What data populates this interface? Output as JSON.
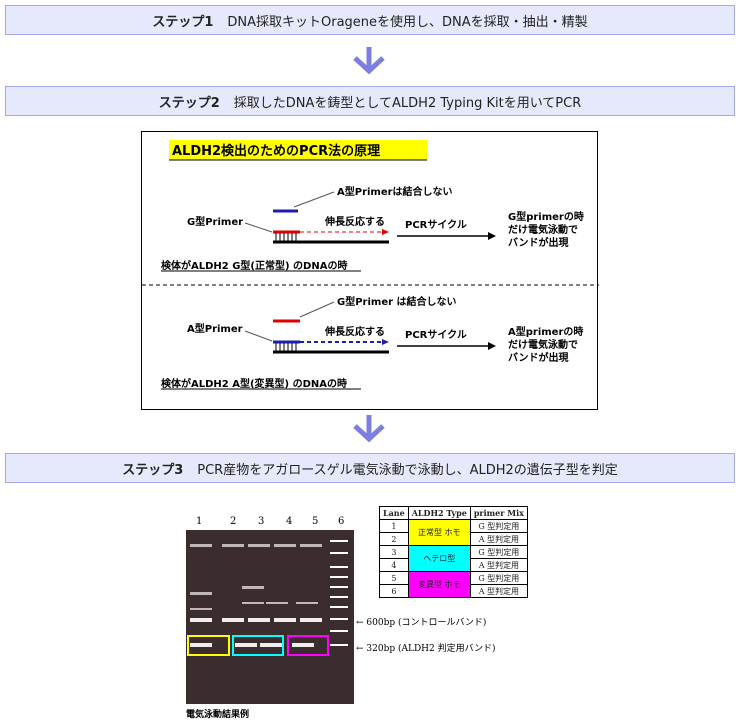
{
  "steps": [
    {
      "label": "ステップ1",
      "text": "DNA採取キットOrageneを使用し、DNAを採取・抽出・精製"
    },
    {
      "label": "ステップ2",
      "text": "採取したDNAを鋳型としてALDH2 Typing Kitを用いてPCR"
    },
    {
      "label": "ステップ3",
      "text": "PCR産物をアガロースゲル電気泳動で泳動し、ALDH2の遺伝子型を判定"
    }
  ],
  "colors": {
    "step_bg": "#e6e8fb",
    "step_border": "#a5a9e8",
    "arrow": "#7b7fe0",
    "title_bg": "#ffff00",
    "g_primer": "#e00000",
    "a_primer": "#1c1cb0",
    "yellow": "#ffff00",
    "cyan": "#00ffff",
    "magenta": "#ff00ff"
  },
  "diagram": {
    "title": "ALDH2検出のためのPCR法の原理",
    "g_case": {
      "no_bind": "A型Primerは結合しない",
      "primer_label": "G型Primer",
      "extension": "伸長反応する",
      "cycle": "PCRサイクル",
      "result": [
        "G型primerの時",
        "だけ電気泳動で",
        "バンドが出現"
      ],
      "sample": "検体がALDH2 G型(正常型) のDNAの時"
    },
    "a_case": {
      "no_bind": "G型Primer は結合しない",
      "primer_label": "A型Primer",
      "extension": "伸長反応する",
      "cycle": "PCRサイクル",
      "result": [
        "A型primerの時",
        "だけ電気泳動で",
        "バンドが出現"
      ],
      "sample": "検体がALDH2 A型(変異型) のDNAの時"
    }
  },
  "gel": {
    "lanes": [
      "1",
      "2",
      "3",
      "4",
      "5",
      "6"
    ],
    "band_600": "← 600bp (コントロールバンド)",
    "band_320": "← 320bp (ALDH2 判定用バンド)",
    "caption": "電気泳動結果例"
  },
  "lane_table": {
    "headers": [
      "Lane",
      "ALDH2 Type",
      "primer Mix"
    ],
    "rows": [
      {
        "lane": "1",
        "type": "正常型 ホモ",
        "mix": "G 型判定用"
      },
      {
        "lane": "2",
        "type": "",
        "mix": "A 型判定用"
      },
      {
        "lane": "3",
        "type": "ヘテロ型",
        "mix": "G 型判定用"
      },
      {
        "lane": "4",
        "type": "",
        "mix": "A 型判定用"
      },
      {
        "lane": "5",
        "type": "変異型 ホモ",
        "mix": "G 型判定用"
      },
      {
        "lane": "6",
        "type": "",
        "mix": "A 型判定用"
      }
    ]
  }
}
